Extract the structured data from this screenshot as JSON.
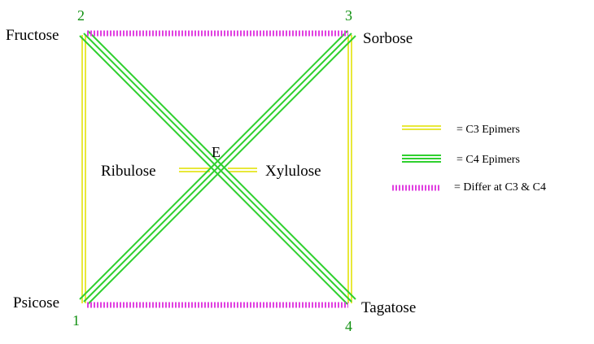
{
  "diagram": {
    "nodes": {
      "fructose": "Fructose",
      "sorbose": "Sorbose",
      "psicose": "Psicose",
      "tagatose": "Tagatose",
      "ribulose": "Ribulose",
      "xylulose": "Xylulose",
      "center": "E"
    },
    "numbers": {
      "fructose": "2",
      "sorbose": "3",
      "psicose": "1",
      "tagatose": "4"
    },
    "legend": {
      "c3": "= C3 Epimers",
      "c4": "= C4 Epimers",
      "both": "= Differ at C3 & C4"
    }
  },
  "colors": {
    "c3_epimer": "#e8e83a",
    "c4_epimer": "#2fd02f",
    "c3_c4": "#e040e0",
    "number": "#109010",
    "text": "#000000",
    "background": "#ffffff"
  }
}
